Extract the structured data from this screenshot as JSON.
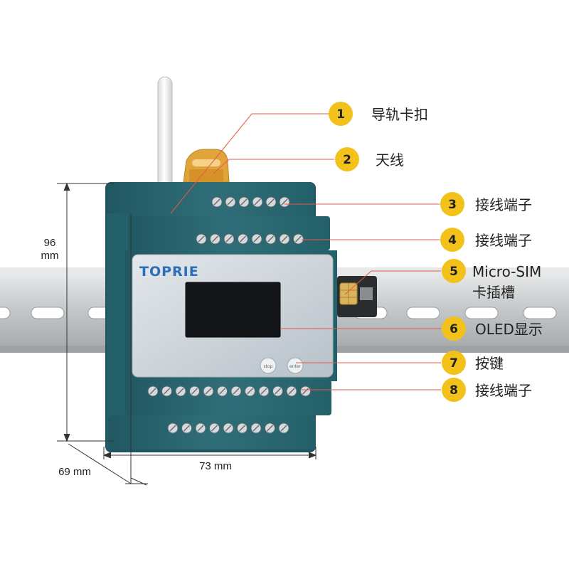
{
  "product": {
    "brand": "TOPRIE",
    "stop_key": "stop",
    "enter_key": "enter"
  },
  "callouts": [
    {
      "num": "1",
      "label": "导轨卡扣"
    },
    {
      "num": "2",
      "label": "天线"
    },
    {
      "num": "3",
      "label": "接线端子"
    },
    {
      "num": "4",
      "label": "接线端子"
    },
    {
      "num": "5",
      "label": "Micro-SIM",
      "label2": "卡插槽"
    },
    {
      "num": "6",
      "label": "OLED显示"
    },
    {
      "num": "7",
      "label": "按键"
    },
    {
      "num": "8",
      "label": "接线端子"
    }
  ],
  "dimensions": {
    "height_value": "96",
    "height_unit": "mm",
    "width": "73  mm",
    "depth": "69 mm"
  },
  "colors": {
    "housing": "#2f6e78",
    "housing_dark": "#1f5560",
    "panel": "#cfd6dd",
    "rail": "#c9ccce",
    "badge": "#f2c21b",
    "leader": "#e8564a",
    "clip": "#e0a53a"
  }
}
